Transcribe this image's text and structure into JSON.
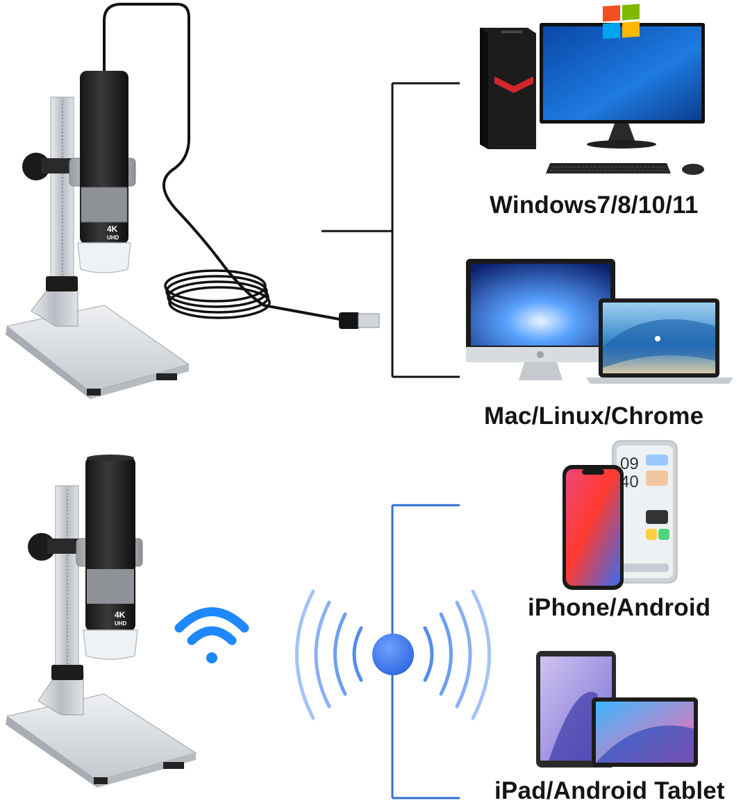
{
  "colors": {
    "wired_line": "#111111",
    "wireless_line": "#2f6fd6",
    "wifi_blue": "#1e88ff",
    "hub_blue": "#3b7df0",
    "microscope_body": "#1f1f1f",
    "stand_silver": "#c9ccd1",
    "text": "#141414"
  },
  "microscope": {
    "badge_top": "4K",
    "badge_bottom": "UHD"
  },
  "wired": {
    "devices": [
      {
        "icon": "windows-desktop-pc-icon",
        "label": "Windows7/8/10/11"
      },
      {
        "icon": "mac-imac-laptop-icon",
        "label": "Mac/Linux/Chrome"
      }
    ]
  },
  "wireless": {
    "icon": "wifi-signal-icon",
    "devices": [
      {
        "icon": "smartphones-icon",
        "label": "iPhone/Android"
      },
      {
        "icon": "tablets-icon",
        "label": "iPad/Android Tablet"
      }
    ]
  },
  "phone_screen": {
    "clock": "09\n40"
  }
}
